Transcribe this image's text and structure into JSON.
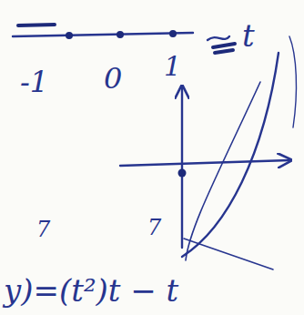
{
  "diagram": {
    "labels": [
      "-1",
      "0",
      "1",
      "t",
      "7",
      "7",
      "y)=(t²)t − t"
    ]
  }
}
